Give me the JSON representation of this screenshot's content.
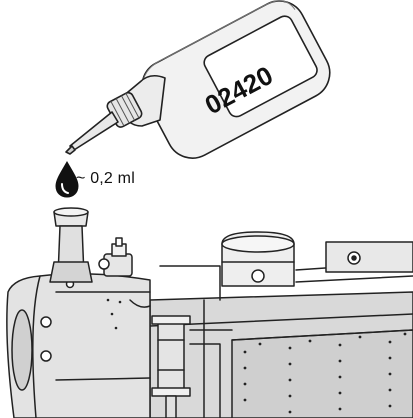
{
  "bottle": {
    "part_number": "02420"
  },
  "dosage": {
    "amount_label": "~ 0,2 ml",
    "icon": "oil-drop-icon"
  },
  "illustration": {
    "subject": "locomotive-boiler-drawing"
  }
}
